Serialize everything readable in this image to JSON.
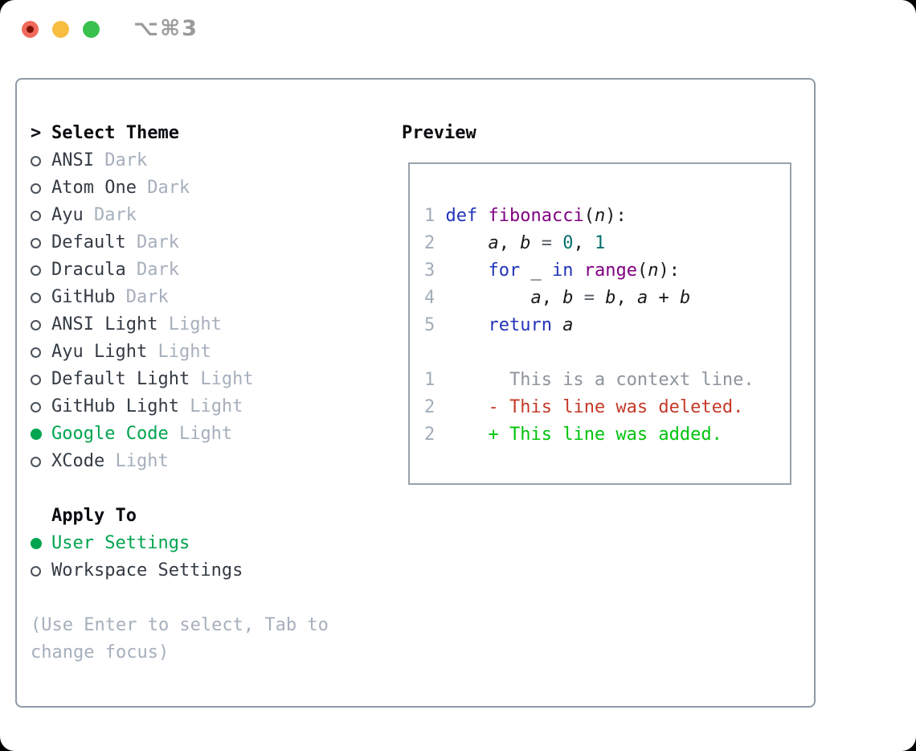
{
  "titlebar": {
    "shortcut": "⌥⌘3",
    "traffic_lights": [
      "close",
      "minimize",
      "zoom"
    ]
  },
  "panel": {
    "theme_list": {
      "prompt": ">",
      "header": "Select Theme",
      "items": [
        {
          "name": "ANSI",
          "tag": "Dark",
          "selected": false
        },
        {
          "name": "Atom One",
          "tag": "Dark",
          "selected": false
        },
        {
          "name": "Ayu",
          "tag": "Dark",
          "selected": false
        },
        {
          "name": "Default",
          "tag": "Dark",
          "selected": false
        },
        {
          "name": "Dracula",
          "tag": "Dark",
          "selected": false
        },
        {
          "name": "GitHub",
          "tag": "Dark",
          "selected": false
        },
        {
          "name": "ANSI Light",
          "tag": "Light",
          "selected": false
        },
        {
          "name": "Ayu Light",
          "tag": "Light",
          "selected": false
        },
        {
          "name": "Default Light",
          "tag": "Light",
          "selected": false
        },
        {
          "name": "GitHub Light",
          "tag": "Light",
          "selected": false
        },
        {
          "name": "Google Code",
          "tag": "Light",
          "selected": true
        },
        {
          "name": "XCode",
          "tag": "Light",
          "selected": false
        }
      ]
    },
    "apply_to": {
      "header": "Apply To",
      "options": [
        {
          "name": "User Settings",
          "selected": true
        },
        {
          "name": "Workspace Settings",
          "selected": false
        }
      ]
    },
    "hint_lines": [
      "(Use Enter to select, Tab to",
      "change focus)"
    ],
    "preview": {
      "header": "Preview",
      "code_lines": [
        {
          "num": "1",
          "tokens": [
            [
              "pln",
              " "
            ],
            [
              "kwd",
              "def"
            ],
            [
              "pln",
              " "
            ],
            [
              "typ",
              "fibonacci"
            ],
            [
              "pln",
              "("
            ],
            [
              "var",
              "n"
            ],
            [
              "pln",
              "):"
            ]
          ]
        },
        {
          "num": "2",
          "tokens": [
            [
              "pln",
              "     "
            ],
            [
              "var",
              "a"
            ],
            [
              "pln",
              ", "
            ],
            [
              "var",
              "b"
            ],
            [
              "pln",
              " "
            ],
            [
              "pun",
              "="
            ],
            [
              "pln",
              " "
            ],
            [
              "lit",
              "0"
            ],
            [
              "pln",
              ", "
            ],
            [
              "lit",
              "1"
            ]
          ]
        },
        {
          "num": "3",
          "tokens": [
            [
              "pln",
              "     "
            ],
            [
              "kwd",
              "for"
            ],
            [
              "pln",
              " _ "
            ],
            [
              "kwd",
              "in"
            ],
            [
              "pln",
              " "
            ],
            [
              "typ",
              "range"
            ],
            [
              "pln",
              "("
            ],
            [
              "var",
              "n"
            ],
            [
              "pln",
              "):"
            ]
          ]
        },
        {
          "num": "4",
          "tokens": [
            [
              "pln",
              "         "
            ],
            [
              "var",
              "a"
            ],
            [
              "pln",
              ", "
            ],
            [
              "var",
              "b"
            ],
            [
              "pln",
              " "
            ],
            [
              "pun",
              "="
            ],
            [
              "pln",
              " "
            ],
            [
              "var",
              "b"
            ],
            [
              "pln",
              ", "
            ],
            [
              "var",
              "a"
            ],
            [
              "pln",
              " + "
            ],
            [
              "var",
              "b"
            ]
          ]
        },
        {
          "num": "5",
          "tokens": [
            [
              "pln",
              "     "
            ],
            [
              "kwd",
              "return"
            ],
            [
              "pln",
              " "
            ],
            [
              "var",
              "a"
            ]
          ]
        },
        {
          "num": "",
          "tokens": []
        },
        {
          "num": "1",
          "tokens": [
            [
              "ctx",
              "       This is a context line."
            ]
          ]
        },
        {
          "num": "2",
          "tokens": [
            [
              "pln",
              "     "
            ],
            [
              "del",
              "- This line was deleted."
            ]
          ]
        },
        {
          "num": "2",
          "tokens": [
            [
              "pln",
              "     "
            ],
            [
              "add",
              "+ This line was added."
            ]
          ]
        }
      ]
    }
  },
  "colors": {
    "accent_selected_green": "#00a44f",
    "diff_added_green": "#02c40c",
    "diff_deleted_red": "#c43a28",
    "syntax_keyword_blue": "#2233bb",
    "syntax_function_purple": "#800080",
    "syntax_number_teal": "#066f6f",
    "muted_gray": "#a6afbc",
    "traffic_red": "#f06a5b",
    "traffic_yellow": "#f7bd40",
    "traffic_green": "#38c24d"
  }
}
